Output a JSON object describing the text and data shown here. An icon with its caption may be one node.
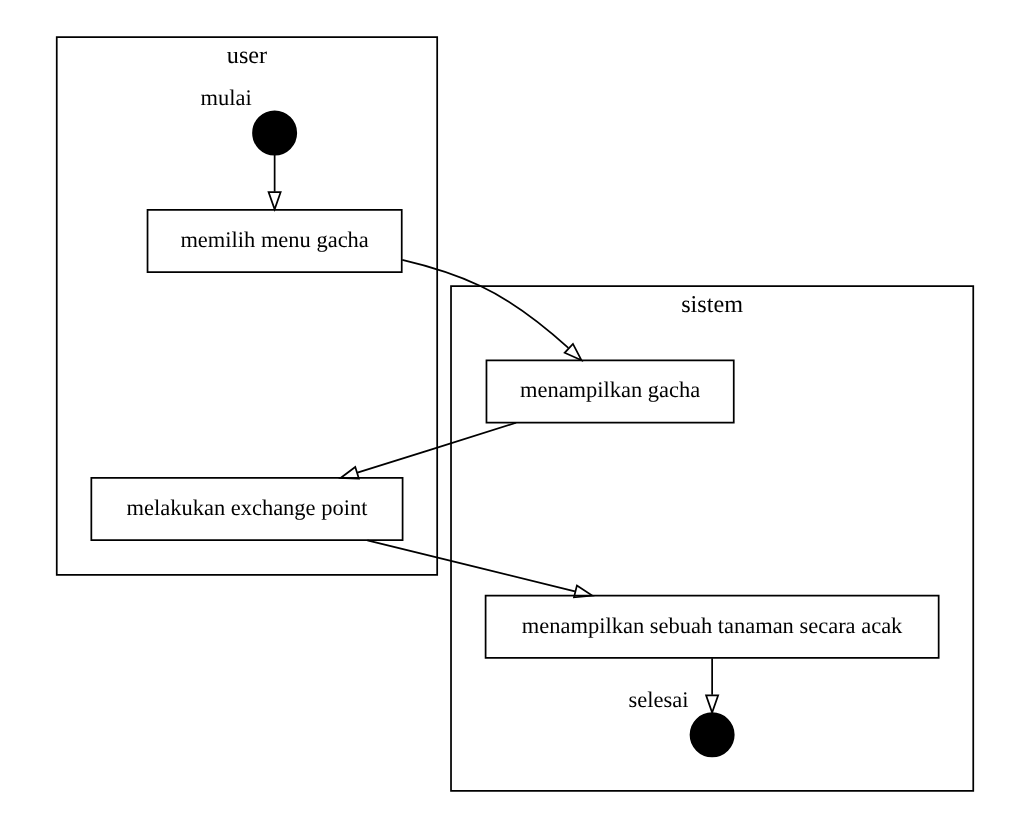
{
  "diagram": {
    "nodes": [
      {
        "text": [
          "user"
        ]
      },
      {
        "text": [
          "sistem"
        ]
      },
      {
        "text": [],
        "shape": "circle",
        "in": 0,
        "beside": [
          "mulai"
        ]
      },
      {
        "text": [
          "memilih menu gacha"
        ],
        "in": 0
      },
      {
        "text": [
          "menampilkan gacha"
        ],
        "in": 1
      },
      {
        "text": [
          "melakukan exchange point"
        ],
        "in": 0
      },
      {
        "text": [
          "menampilkan sebuah tanaman secara acak"
        ],
        "in": 1
      },
      {
        "text": [],
        "shape": "circle",
        "in": 1,
        "beside": [
          "selesai"
        ]
      }
    ],
    "edges": [
      {
        "from": 2,
        "to": 3,
        "arrow": "to"
      },
      {
        "from": 3,
        "to": 4,
        "arrow": "to"
      },
      {
        "from": 4,
        "to": 5,
        "arrow": "to"
      },
      {
        "from": 5,
        "to": 6,
        "arrow": "to"
      },
      {
        "from": 6,
        "to": 7,
        "arrow": "to"
      }
    ]
  }
}
